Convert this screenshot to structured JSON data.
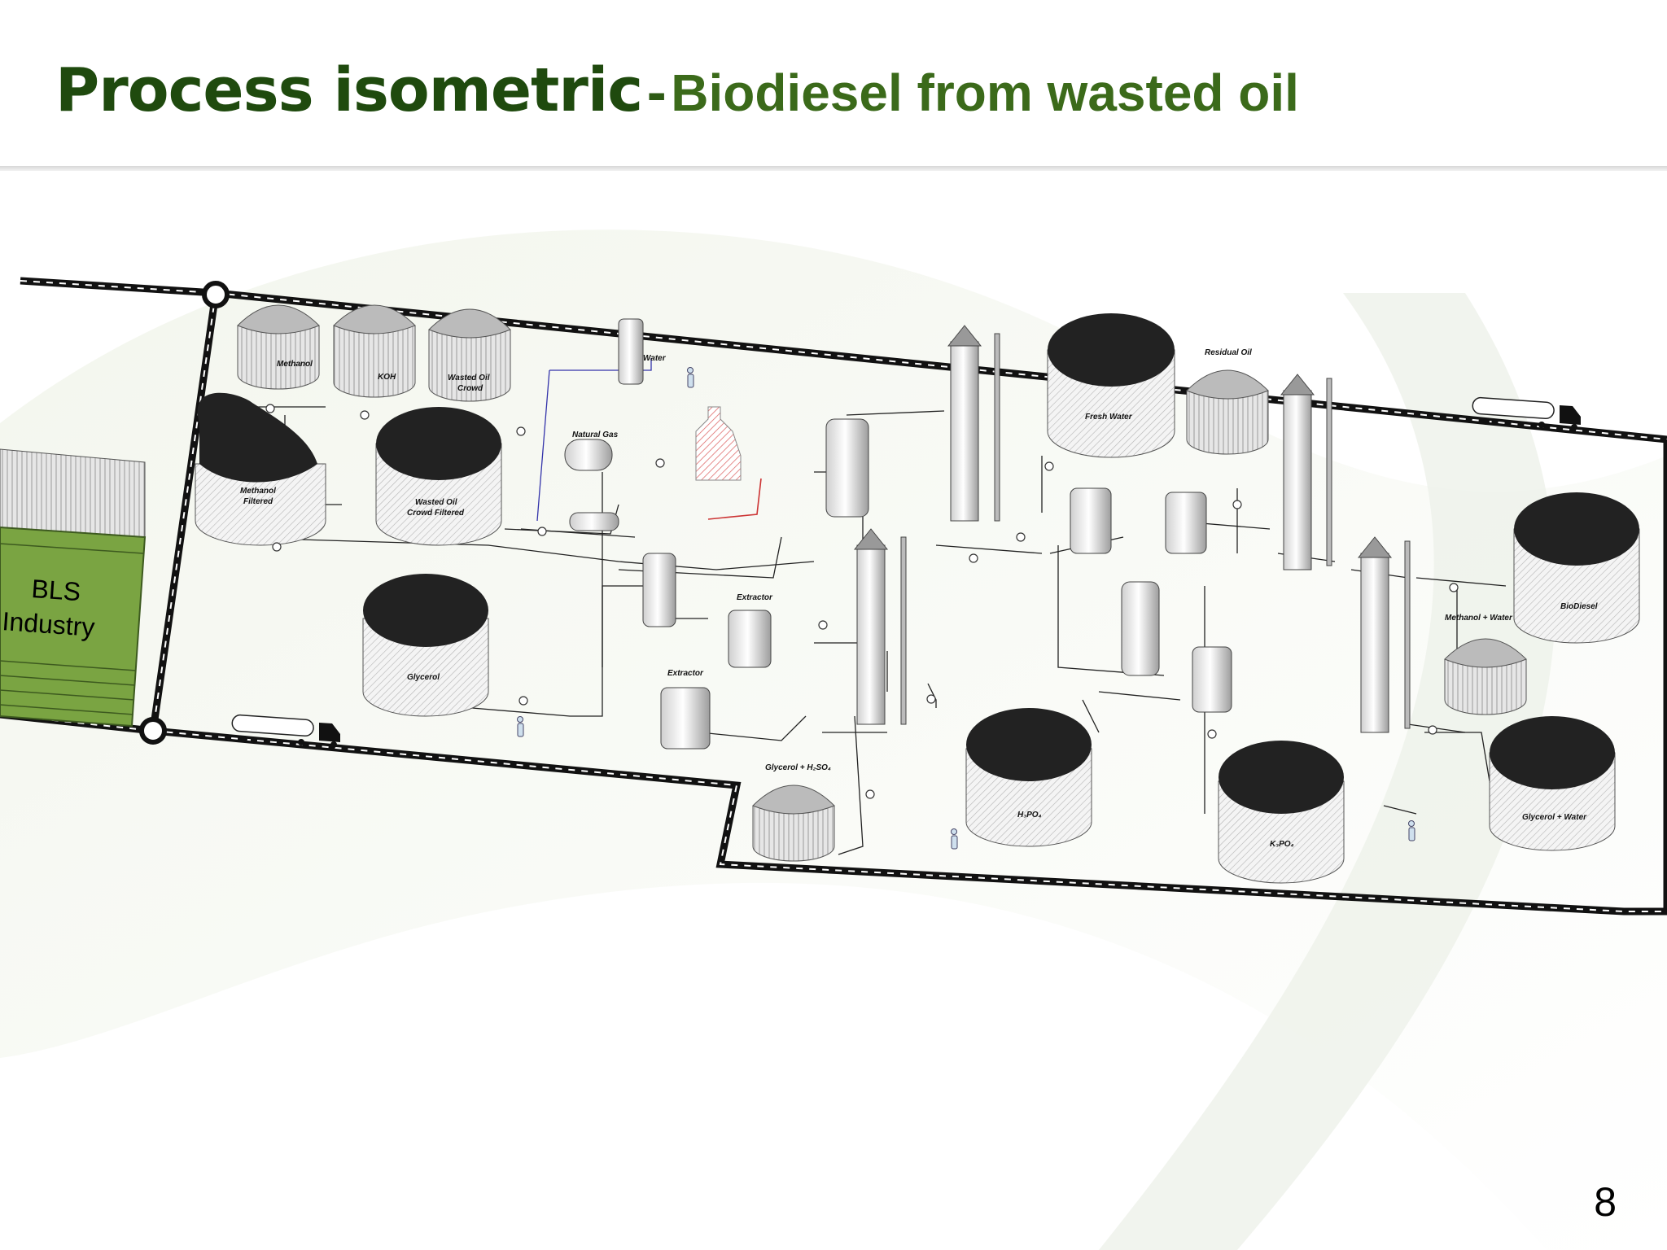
{
  "slide": {
    "title_main": "Process isometric",
    "title_separator": "-",
    "title_sub": "Biodiesel from wasted oil",
    "page_number": "8"
  },
  "building": {
    "line1": "BLS",
    "line2": "Industry"
  },
  "labels": {
    "methanol": "Methanol",
    "koh": "KOH",
    "wasted_oil_crowd_1": "Wasted Oil",
    "wasted_oil_crowd_2": "Crowd",
    "water": "Water",
    "natural_gas": "Natural Gas",
    "methanol_filtered_1": "Methanol",
    "methanol_filtered_2": "Filtered",
    "wasted_oil_filtered_1": "Wasted Oil",
    "wasted_oil_filtered_2": "Crowd Filtered",
    "glycerol": "Glycerol",
    "extractor_1": "Extractor",
    "extractor_2": "Extractor",
    "glycerol_h2so4": "Glycerol + H₂SO₄",
    "fresh_water": "Fresh Water",
    "residual_oil": "Residual Oil",
    "h3po4": "H₃PO₄",
    "k3po4": "K₃PO₄",
    "biodiesel": "BioDiesel",
    "methanol_water": "Methanol + Water",
    "glycerol_water": "Glycerol + Water"
  },
  "colors": {
    "title_dark_green": "#1f4a0e",
    "building_green": "#7aa442",
    "tank_roof_black": "#222222"
  },
  "icons": [
    "truck-icon",
    "person-icon",
    "pump-icon",
    "valve-icon",
    "distillation-column-icon",
    "furnace-icon",
    "heat-exchanger-icon"
  ]
}
